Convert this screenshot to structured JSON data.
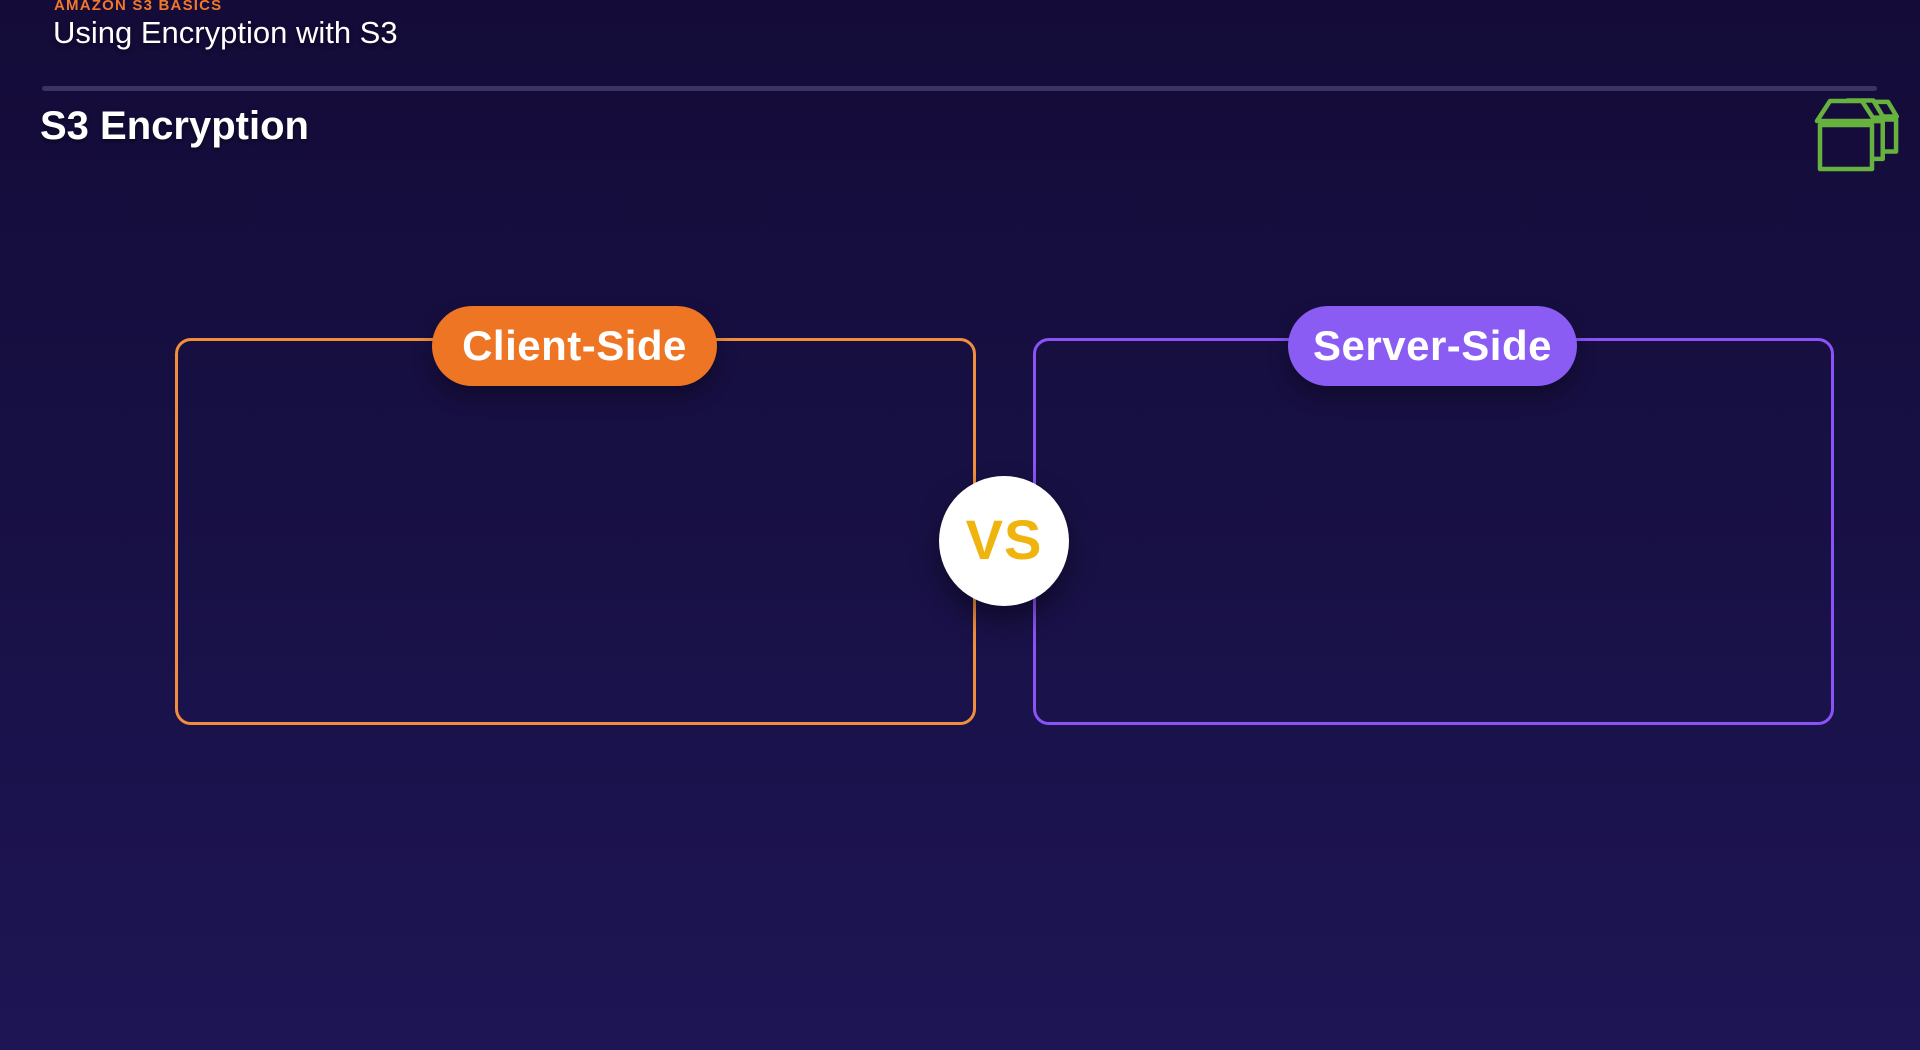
{
  "header": {
    "eyebrow": "AMAZON S3 BASICS",
    "title": "Using Encryption with S3"
  },
  "section": {
    "heading": "S3 Encryption"
  },
  "comparison": {
    "left_label": "Client-Side",
    "right_label": "Server-Side",
    "vs_label": "VS"
  },
  "icons": {
    "top_right": "s3-buckets-icon"
  },
  "colors": {
    "background_top": "#140b38",
    "background_bottom": "#1e1555",
    "divider": "#3a3462",
    "accent_orange": "#ee7524",
    "border_orange": "#f18e3d",
    "accent_purple": "#8a5cf4",
    "border_purple": "#8b52f5",
    "vs_gold": "#f0b40e",
    "icon_green": "#67b23e",
    "text_white": "#ffffff"
  }
}
